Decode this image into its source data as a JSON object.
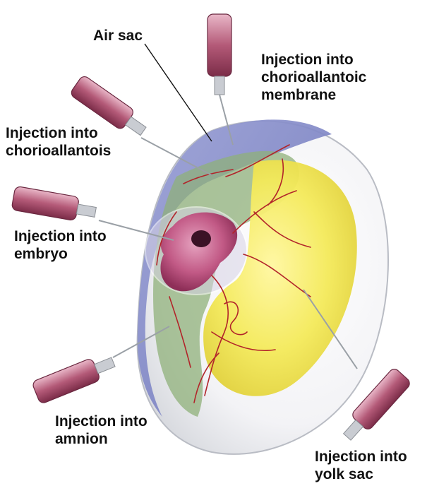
{
  "labels": {
    "air_sac": "Air sac",
    "cam_line1": "Injection into",
    "cam_line2": "chorioallantoic",
    "cam_line3": "membrane",
    "chorio_line1": "Injection into",
    "chorio_line2": "chorioallantois",
    "embryo_line1": "Injection into",
    "embryo_line2": "embryo",
    "amnion_line1": "Injection into",
    "amnion_line2": "amnion",
    "yolk_line1": "Injection into",
    "yolk_line2": "yolk sac"
  },
  "colors": {
    "shell": "#f7f7f9",
    "air_sac": "#7f86c8",
    "yolk": "#f4ea5a",
    "allantois": "#8fb07a",
    "embryo": "#c25a86",
    "vessels": "#b2242a",
    "syringe_barrel": "#b45a78",
    "needle": "#9aa0a6"
  }
}
